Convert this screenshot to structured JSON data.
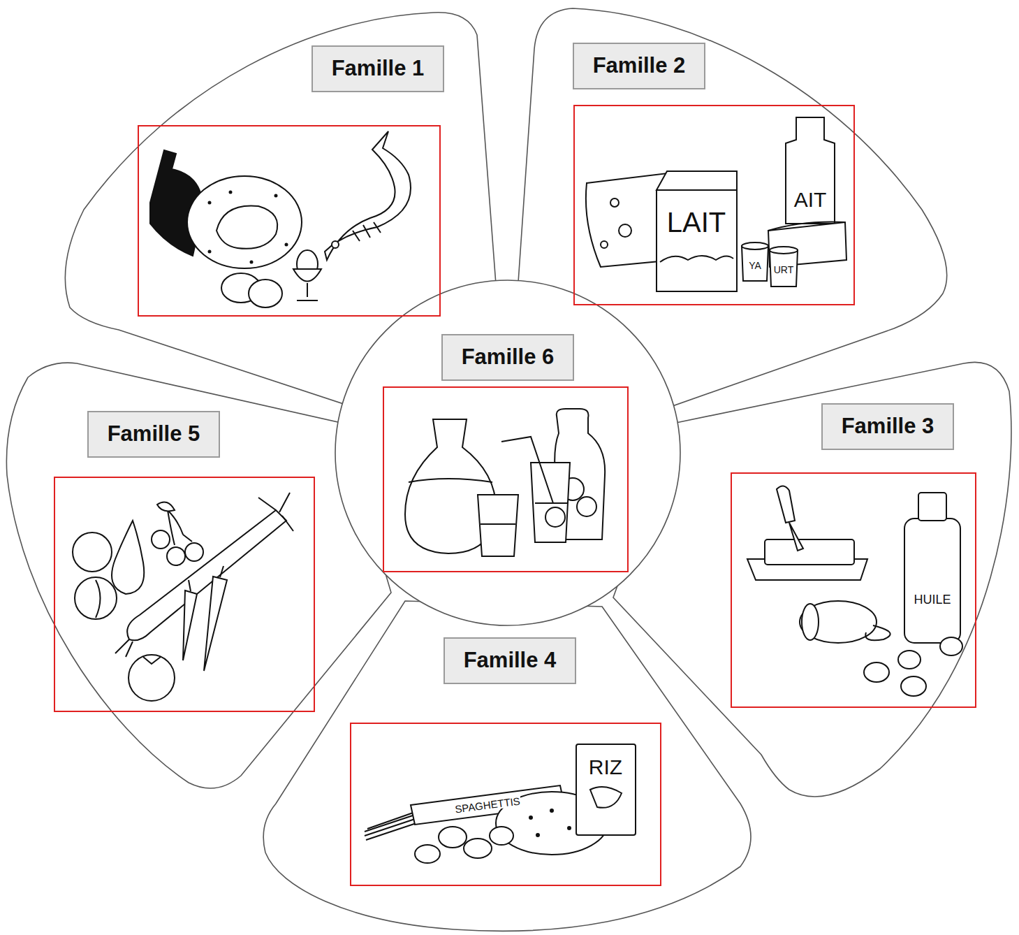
{
  "diagram": {
    "nodes": [
      {
        "text": [
          "Famille 1"
        ]
      },
      {
        "text": [
          "Famille 2"
        ]
      },
      {
        "text": [
          "Famille 3"
        ]
      },
      {
        "text": [
          "Famille 4"
        ]
      },
      {
        "text": [
          "Famille 5"
        ]
      },
      {
        "text": [
          "Famille 6"
        ]
      }
    ],
    "labels": [
      "LAIT",
      "AIT",
      "YA",
      "URT",
      "HUILE",
      "RIZ",
      "SPAGHETTIS"
    ]
  }
}
